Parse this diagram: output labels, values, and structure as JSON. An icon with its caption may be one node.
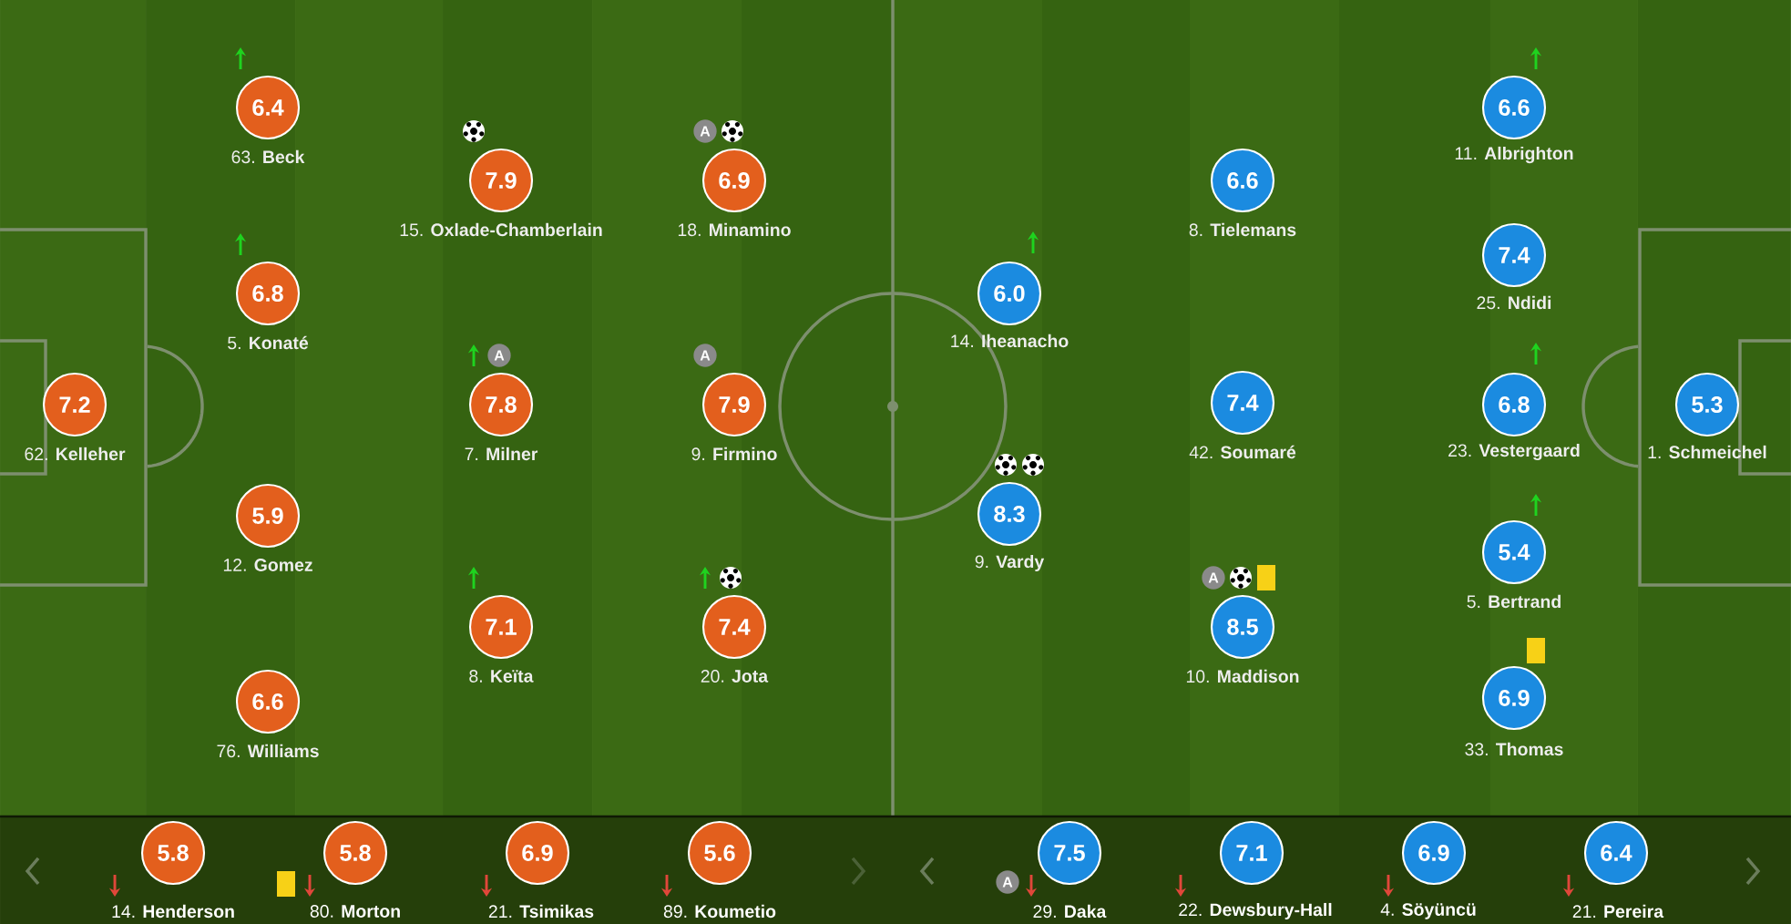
{
  "diagram": {
    "nodes": [
      {
        "text": [
          "7.2"
        ],
        "beside": [
          "62. **Kelleher**"
        ]
      },
      {
        "text": [
          "6.4"
        ],
        "beside": [
          "63. **Beck**"
        ]
      },
      {
        "text": [
          "6.8"
        ],
        "beside": [
          "5. **Konaté**"
        ]
      },
      {
        "text": [
          "5.9"
        ],
        "beside": [
          "12. **Gomez**"
        ]
      },
      {
        "text": [
          "6.6"
        ],
        "beside": [
          "76. **Williams**"
        ]
      },
      {
        "text": [
          "7.9"
        ],
        "beside": [
          "15. **Oxlade-Chamberlain**"
        ]
      },
      {
        "text": [
          "7.8"
        ],
        "beside": [
          "A",
          "7. **Milner**"
        ]
      },
      {
        "text": [
          "7.1"
        ],
        "beside": [
          "8. **Keïta**"
        ]
      },
      {
        "text": [
          "6.9"
        ],
        "beside": [
          "A",
          "18. **Minamino**"
        ]
      },
      {
        "text": [
          "7.9"
        ],
        "beside": [
          "A",
          "9. **Firmino**"
        ]
      },
      {
        "text": [
          "7.4"
        ],
        "beside": [
          "20. **Jota**"
        ]
      },
      {
        "text": [
          "6.0"
        ],
        "beside": [
          "14. **Iheanacho**"
        ]
      },
      {
        "text": [
          "8.3"
        ],
        "beside": [
          "9. **Vardy**"
        ]
      },
      {
        "text": [
          "6.6"
        ],
        "beside": [
          "8. **Tielemans**"
        ]
      },
      {
        "text": [
          "7.4"
        ],
        "beside": [
          "42. **Soumaré**"
        ]
      },
      {
        "text": [
          "8.5"
        ],
        "beside": [
          "A",
          "10. **Maddison**"
        ]
      },
      {
        "text": [
          "6.6"
        ],
        "beside": [
          "11. **Albrighton**"
        ]
      },
      {
        "text": [
          "7.4"
        ],
        "beside": [
          "25. **Ndidi**"
        ]
      },
      {
        "text": [
          "6.8"
        ],
        "beside": [
          "23. **Vestergaard**"
        ]
      },
      {
        "text": [
          "5.4"
        ],
        "beside": [
          "5. **Bertrand**"
        ]
      },
      {
        "text": [
          "6.9"
        ],
        "beside": [
          "33. **Thomas**"
        ]
      },
      {
        "text": [
          "5.3"
        ],
        "beside": [
          "1. **Schmeichel**"
        ]
      },
      {
        "text": [
          "5.8"
        ],
        "beside": [
          "14. **Henderson**"
        ]
      },
      {
        "text": [
          "5.8"
        ],
        "beside": [
          "80. **Morton**"
        ]
      },
      {
        "text": [
          "6.9"
        ],
        "beside": [
          "21. **Tsimikas**"
        ]
      },
      {
        "text": [
          "5.6"
        ],
        "beside": [
          "89. **Koumetio**"
        ]
      },
      {
        "text": [
          "7.5"
        ],
        "beside": [
          "A",
          "29. **Daka**"
        ]
      },
      {
        "text": [
          "7.1"
        ],
        "beside": [
          "22. **Dewsbury-Hall**"
        ]
      },
      {
        "text": [
          "6.9"
        ],
        "beside": [
          "4. **Söyüncü**"
        ]
      },
      {
        "text": [
          "6.4"
        ],
        "beside": [
          "21. **Pereira**"
        ]
      }
    ]
  }
}
